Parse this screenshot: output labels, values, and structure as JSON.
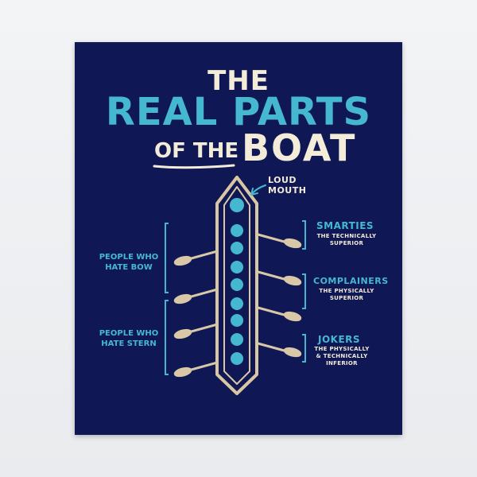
{
  "poster": {
    "title_line1": "THE",
    "title_line2": "REAL PARTS",
    "title_line3a": "OF THE",
    "title_line3b": "BOAT",
    "loud_mouth_line1": "LOUD",
    "loud_mouth_line2": "MOUTH",
    "right_labels": [
      {
        "title": "SMARTIES",
        "sub1": "THE TECHNICALLY",
        "sub2": "SUPERIOR"
      },
      {
        "title": "COMPLAINERS",
        "sub1": "THE PHYSICALLY",
        "sub2": "SUPERIOR"
      },
      {
        "title": "JOKERS",
        "sub1": "THE PHYSICALLY",
        "sub2": "& TECHNICALLY",
        "sub3": "INFERIOR"
      }
    ],
    "left_labels": [
      {
        "line1": "PEOPLE WHO",
        "line2": "HATE BOW"
      },
      {
        "line1": "PEOPLE WHO",
        "line2": "HATE STERN"
      }
    ]
  },
  "colors": {
    "background": "#0f1754",
    "accent_blue": "#45b8d0",
    "cream": "#f3ecd8",
    "oar": "#d8c8a8",
    "boat_outline": "#d9c7a4"
  }
}
